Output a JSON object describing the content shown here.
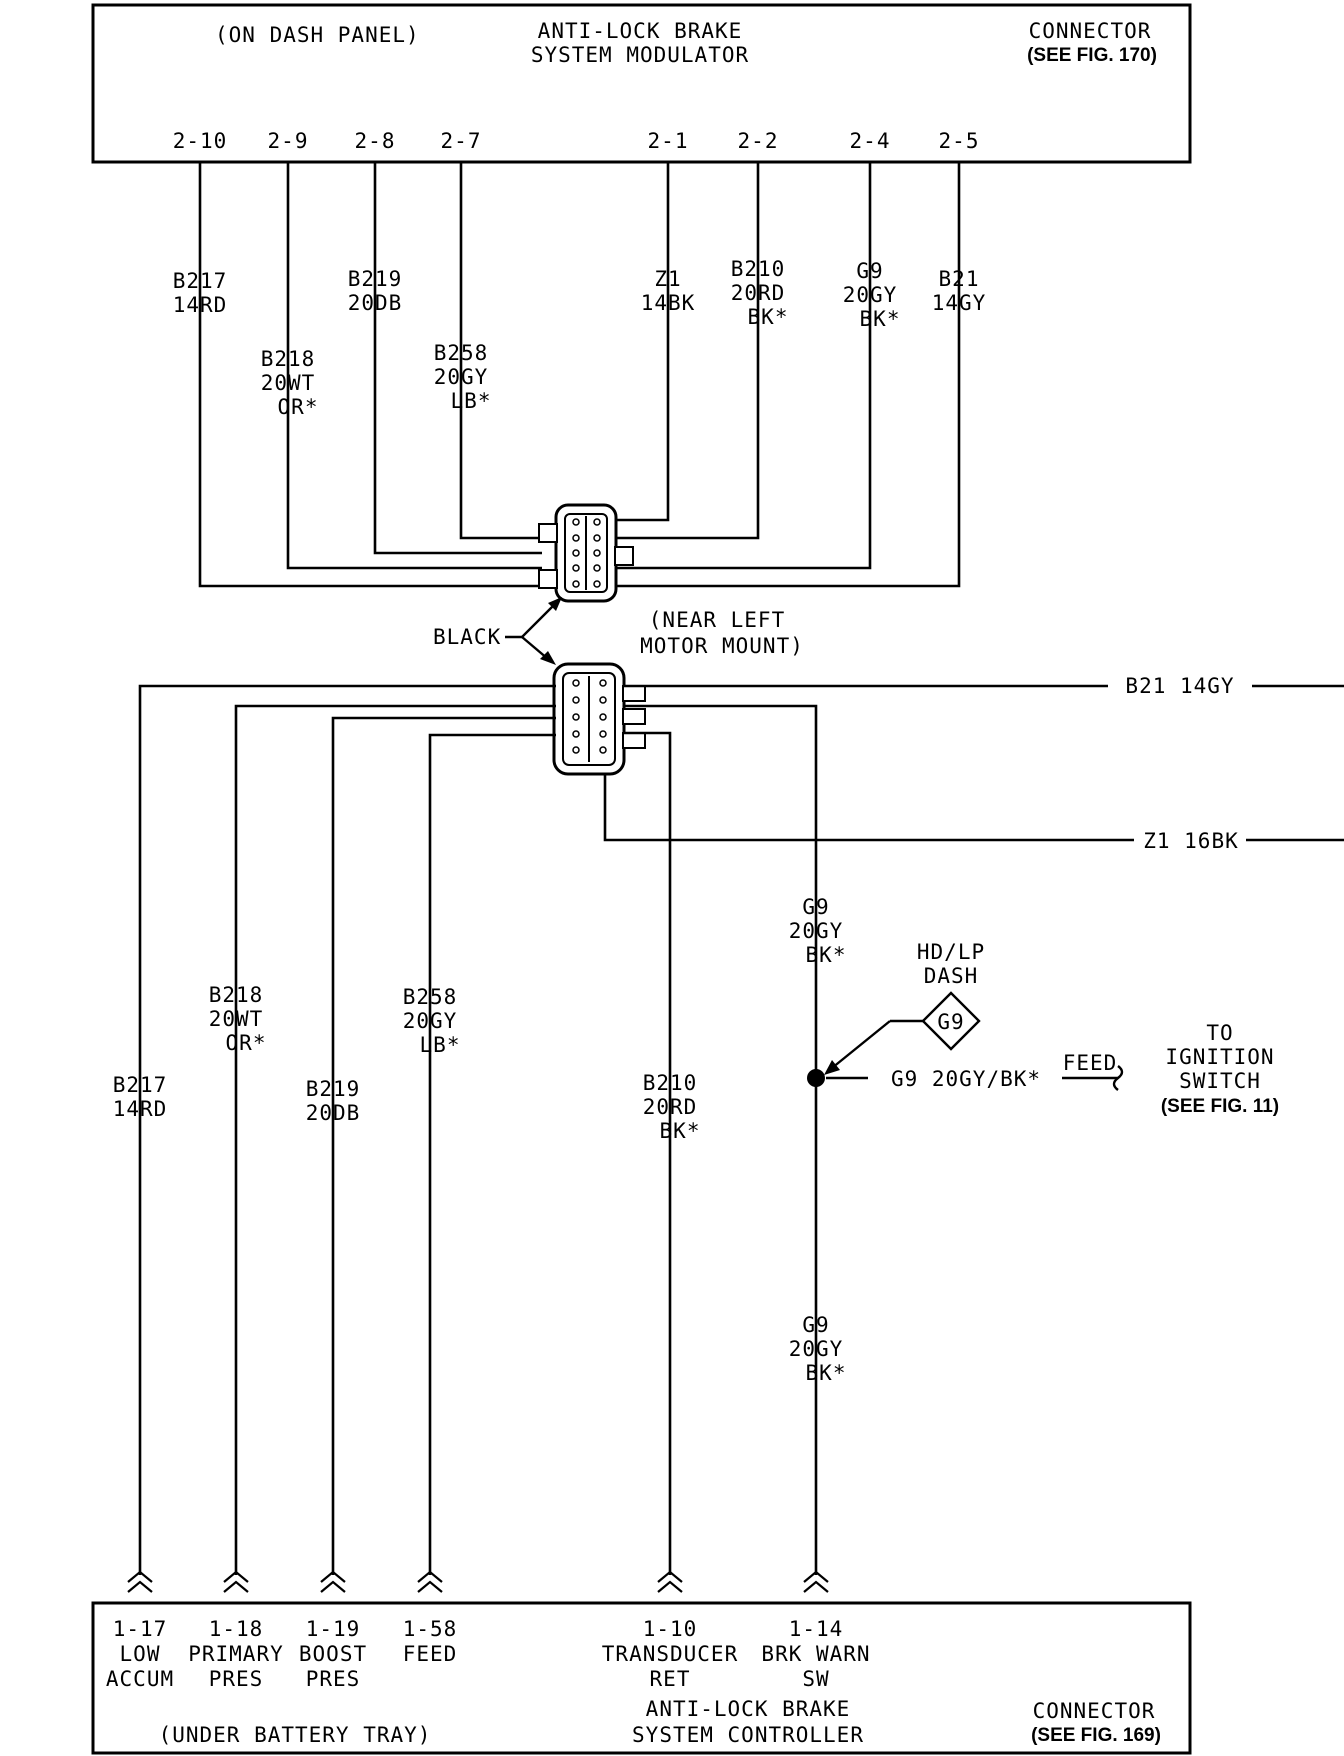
{
  "modulator": {
    "location": "(ON DASH PANEL)",
    "name": [
      "ANTI-LOCK BRAKE",
      "SYSTEM MODULATOR"
    ],
    "connector_ref": [
      "CONNECTOR",
      "(SEE FIG. 170)"
    ],
    "pins": [
      "2-10",
      "2-9",
      "2-8",
      "2-7",
      "2-1",
      "2-2",
      "2-4",
      "2-5"
    ]
  },
  "upper_wires": [
    {
      "circuit": "B217",
      "gauge_color": "14RD",
      "tracer": ""
    },
    {
      "circuit": "B218",
      "gauge_color": "20WT",
      "tracer": "OR*"
    },
    {
      "circuit": "B219",
      "gauge_color": "20DB",
      "tracer": ""
    },
    {
      "circuit": "B258",
      "gauge_color": "20GY",
      "tracer": "LB*"
    },
    {
      "circuit": "Z1",
      "gauge_color": "14BK",
      "tracer": ""
    },
    {
      "circuit": "B210",
      "gauge_color": "20RD",
      "tracer": "BK*"
    },
    {
      "circuit": "G9",
      "gauge_color": "20GY",
      "tracer": "BK*"
    },
    {
      "circuit": "B21",
      "gauge_color": "14GY",
      "tracer": ""
    }
  ],
  "inline_connector": {
    "color": "BLACK",
    "location": [
      "(NEAR LEFT",
      "MOTOR MOUNT)"
    ]
  },
  "right_exits": [
    {
      "label": "B21 14GY"
    },
    {
      "label": "Z1 16BK"
    }
  ],
  "lower_wires": [
    {
      "circuit": "B217",
      "gauge_color": "14RD",
      "tracer": ""
    },
    {
      "circuit": "B218",
      "gauge_color": "20WT",
      "tracer": "OR*"
    },
    {
      "circuit": "B219",
      "gauge_color": "20DB",
      "tracer": ""
    },
    {
      "circuit": "B258",
      "gauge_color": "20GY",
      "tracer": "LB*"
    },
    {
      "circuit": "B210",
      "gauge_color": "20RD",
      "tracer": "BK*"
    },
    {
      "circuit": "G9",
      "gauge_color": "20GY",
      "tracer": "BK*"
    },
    {
      "circuit": "G9",
      "gauge_color": "20GY",
      "tracer": "BK*"
    }
  ],
  "splice": {
    "reference": [
      "HD/LP",
      "DASH"
    ],
    "symbol": "G9",
    "branch_label": "G9 20GY/BK*",
    "feed_label": "FEED",
    "destination": [
      "TO",
      "IGNITION",
      "SWITCH",
      "(SEE FIG. 11)"
    ]
  },
  "controller": {
    "pins": [
      {
        "pin": "1-17",
        "function": [
          "LOW",
          "ACCUM"
        ]
      },
      {
        "pin": "1-18",
        "function": [
          "PRIMARY",
          "PRES"
        ]
      },
      {
        "pin": "1-19",
        "function": [
          "BOOST",
          "PRES"
        ]
      },
      {
        "pin": "1-58",
        "function": [
          "FEED",
          ""
        ]
      },
      {
        "pin": "1-10",
        "function": [
          "TRANSDUCER",
          "RET"
        ]
      },
      {
        "pin": "1-14",
        "function": [
          "BRK WARN",
          "SW"
        ]
      }
    ],
    "location": "(UNDER BATTERY TRAY)",
    "name": [
      "ANTI-LOCK BRAKE",
      "SYSTEM CONTROLLER"
    ],
    "connector_ref": [
      "CONNECTOR",
      "(SEE FIG. 169)"
    ]
  },
  "colors": {
    "ink": "#000000",
    "paper": "#ffffff"
  }
}
